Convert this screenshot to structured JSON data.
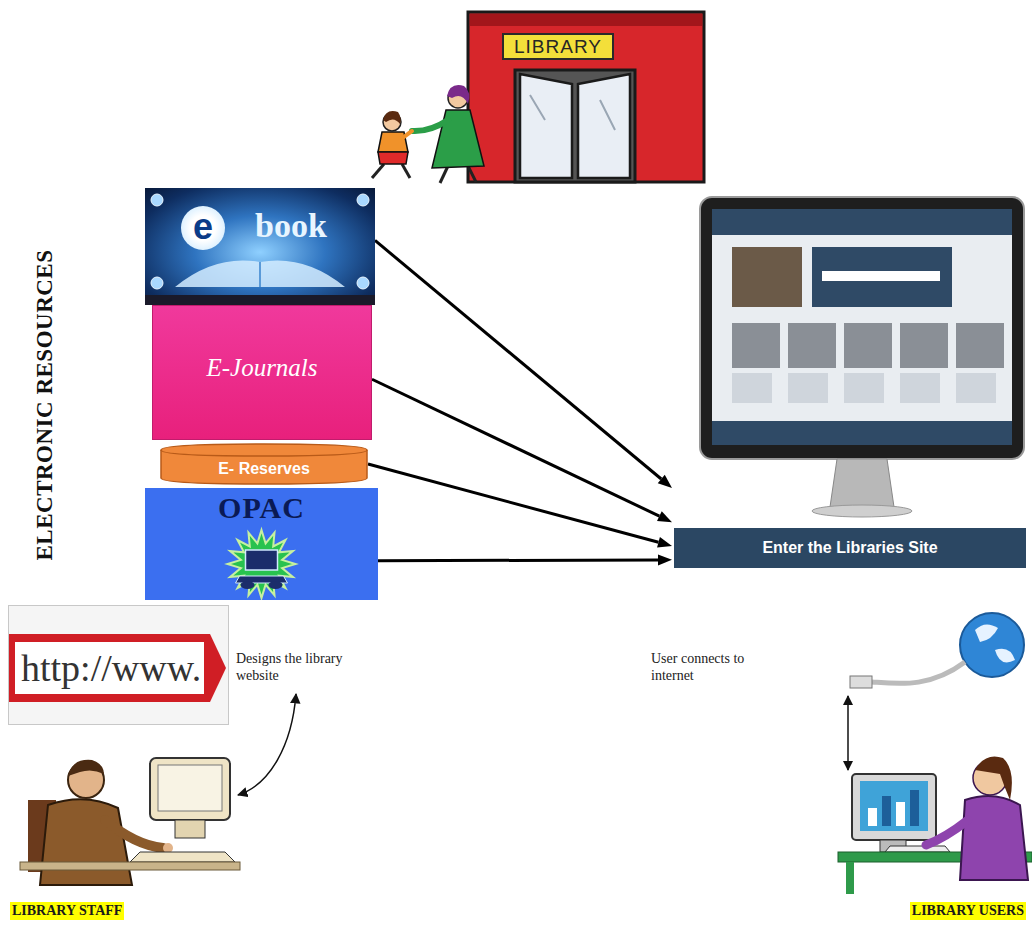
{
  "diagram": {
    "nodes": [
      {
        "text": [
          "LIBRARY"
        ]
      },
      {
        "text": [
          "e",
          "book"
        ]
      },
      {
        "text": [
          "E-Journals"
        ]
      },
      {
        "text": [
          "E- Reserves"
        ]
      },
      {
        "text": [
          "OPAC"
        ]
      },
      {
        "text": [
          "Enter the Libraries Site"
        ]
      },
      {
        "text": [
          "http://www."
        ]
      }
    ],
    "edges": [
      {
        "from": 1,
        "to": 5,
        "arrow": "to"
      },
      {
        "from": 2,
        "to": 5,
        "arrow": "to"
      },
      {
        "from": 3,
        "to": 5,
        "arrow": "to"
      },
      {
        "from": 4,
        "to": 5,
        "arrow": "to"
      }
    ],
    "labels": [
      "ELECTRONIC RESOURCES",
      "Designs the library website",
      "User connects to internet",
      "LIBRARY STAFF",
      "LIBRARY USERS"
    ]
  }
}
